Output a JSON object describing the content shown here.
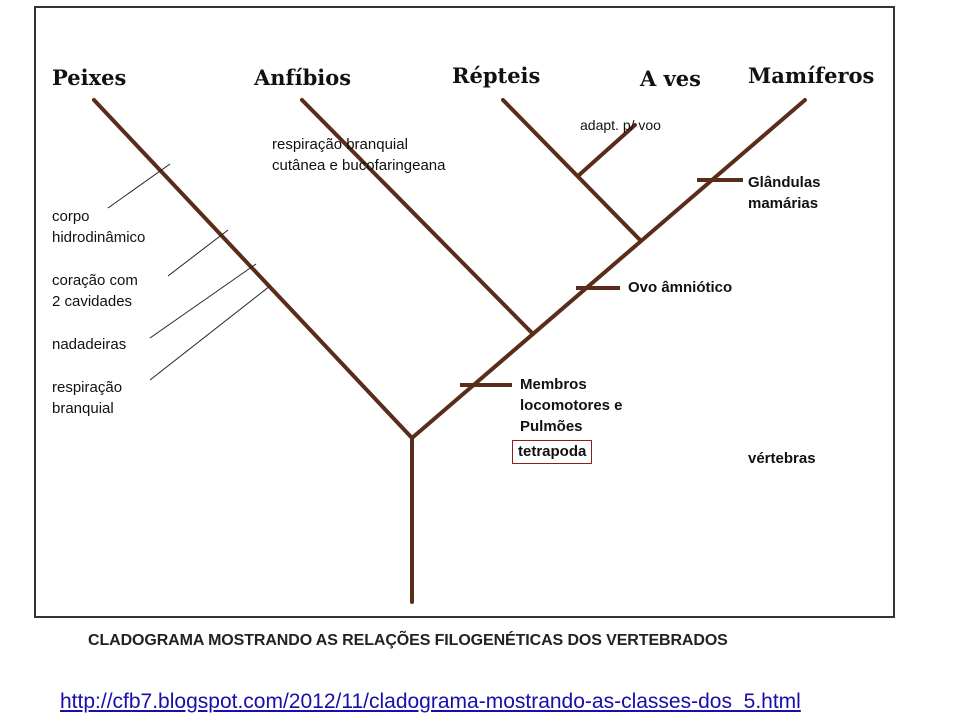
{
  "taxa": {
    "peixes": "Peixes",
    "anfibios": "Anfíbios",
    "repteis": "Répteis",
    "aves": "A ves",
    "mamiferos": "Mamíferos"
  },
  "characters": {
    "corpo": [
      "corpo",
      "hidrodinâmico"
    ],
    "coracao": [
      "coração com",
      "2 cavidades"
    ],
    "nadadeiras": "nadadeiras",
    "respiracao_branquial": [
      "respiração",
      "branquial"
    ],
    "respiracao_cutanea": [
      "respiração branquial",
      "cutânea e bucofaringeana"
    ],
    "voo": "adapt. p/  voo",
    "glandulas": [
      "Glândulas",
      "mamárias"
    ],
    "ovo": "Ovo âmniótico",
    "membros": [
      "Membros",
      "locomotores e",
      "Pulmões"
    ],
    "tetrapoda": "tetrapoda",
    "vertebras": "vértebras"
  },
  "caption": "CLADOGRAMA MOSTRANDO AS RELAÇÕES FILOGENÉTICAS DOS VERTEBRADOS",
  "source_url": "http://cfb7.blogspot.com/2012/11/cladograma-mostrando-as-classes-dos_5.html",
  "colors": {
    "branch": "#5a2d1a",
    "pointer": "#222222",
    "box": "#8a1f1f"
  }
}
